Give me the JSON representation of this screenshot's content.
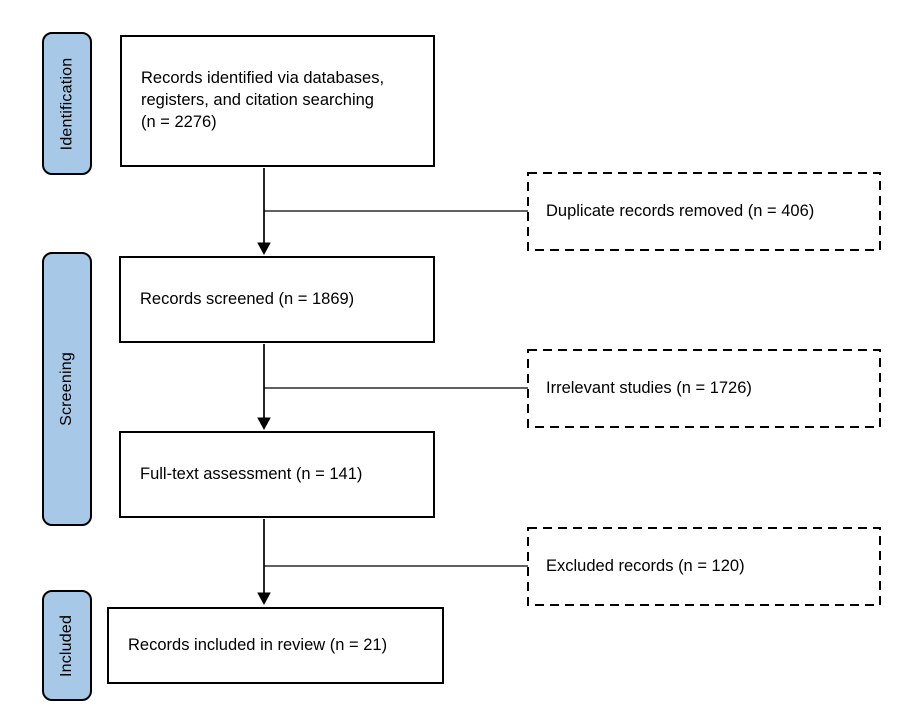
{
  "stages": [
    {
      "label": "Identification"
    },
    {
      "label": "Screening"
    },
    {
      "label": "Included"
    }
  ],
  "boxes": {
    "identified": {
      "text": "Records identified via databases,\nregisters, and citation searching\n(n = 2276)"
    },
    "screened": {
      "text": "Records screened (n = 1869)"
    },
    "fulltext": {
      "text": "Full-text assessment (n = 141)"
    },
    "included": {
      "text": "Records included in review (n = 21)"
    }
  },
  "side_boxes": {
    "duplicates": {
      "text": "Duplicate records removed (n = 406)"
    },
    "irrelevant": {
      "text": "Irrelevant studies (n = 1726)"
    },
    "excluded": {
      "text": "Excluded records (n = 120)"
    }
  },
  "colors": {
    "stage_fill": "#a8c8e8",
    "line": "#000000",
    "background": "#ffffff"
  }
}
